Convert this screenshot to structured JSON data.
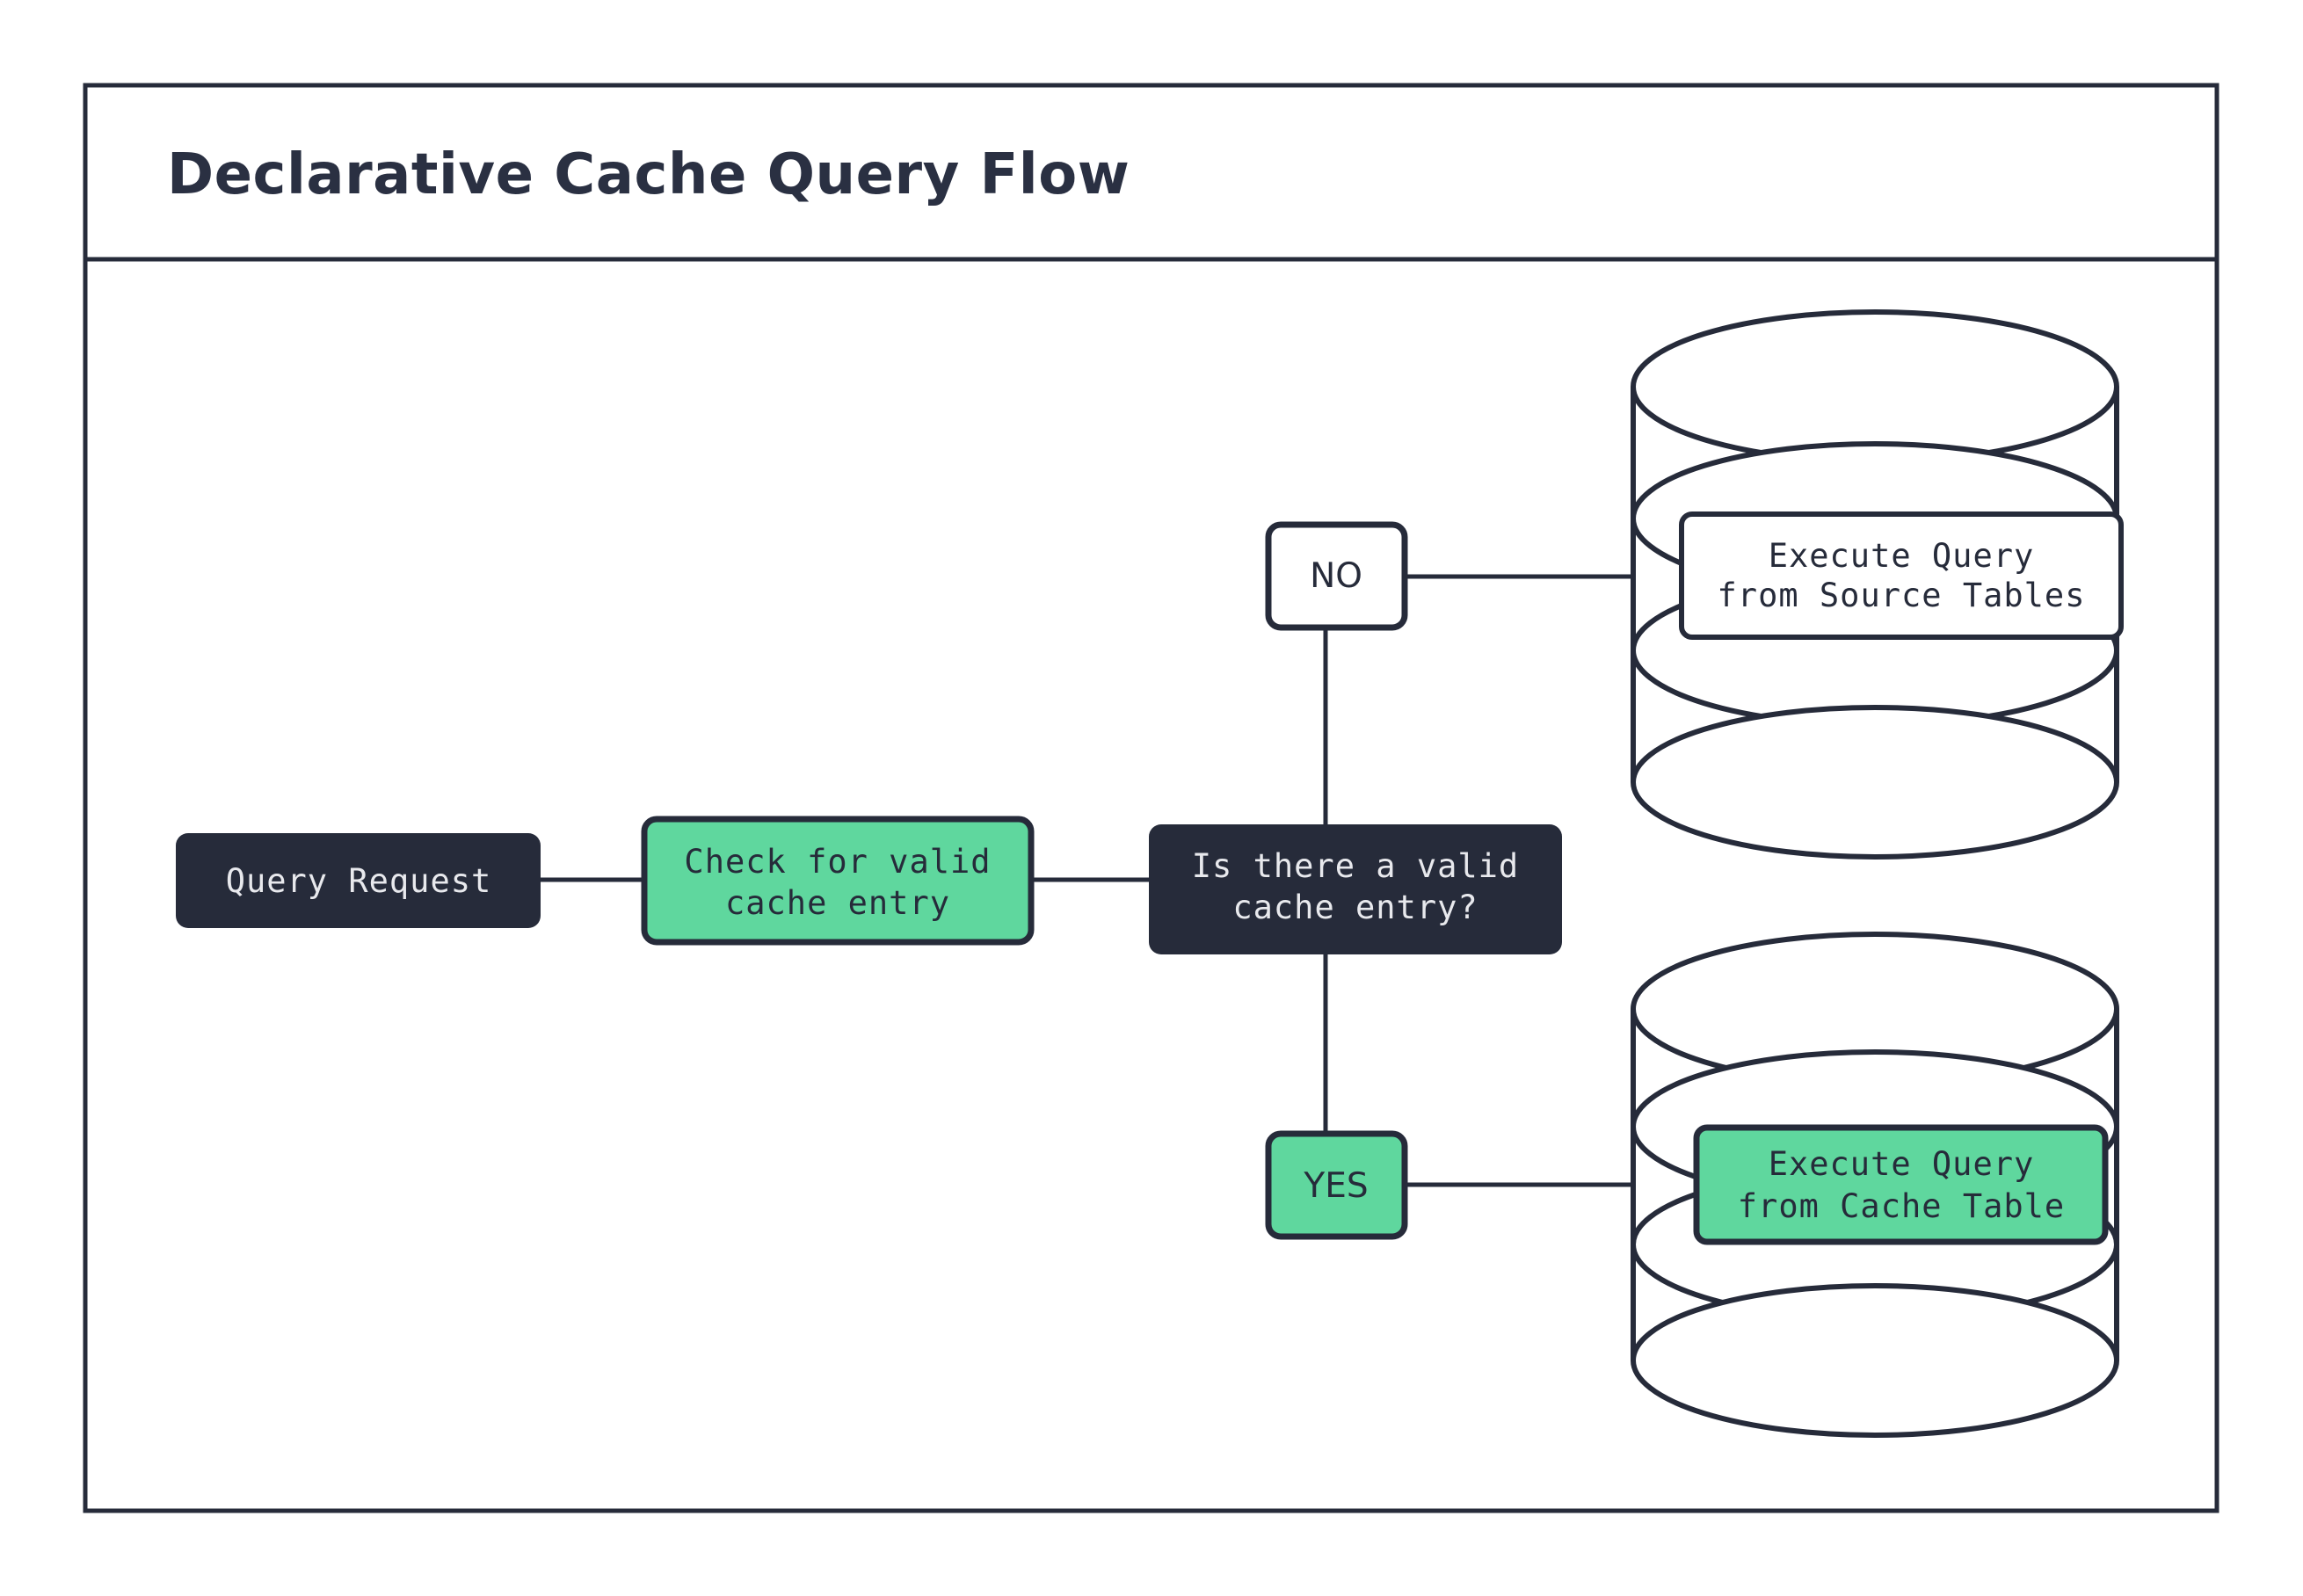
{
  "diagram": {
    "title": "Declarative Cache Query Flow",
    "colors": {
      "ink": "#262B3A",
      "green": "#5FD79E",
      "white": "#FFFFFF",
      "text_light": "#E8E9ED"
    },
    "nodes": {
      "query_request": "Query Request",
      "check_cache_line1": "Check for valid",
      "check_cache_line2": "cache entry",
      "decision_line1": "Is there a valid",
      "decision_line2": "cache entry?",
      "label_no": "NO",
      "label_yes": "YES",
      "source_db_line1": "Execute Query",
      "source_db_line2": "from Source Tables",
      "cache_db_line1": "Execute Query",
      "cache_db_line2": "from Cache Table"
    }
  }
}
